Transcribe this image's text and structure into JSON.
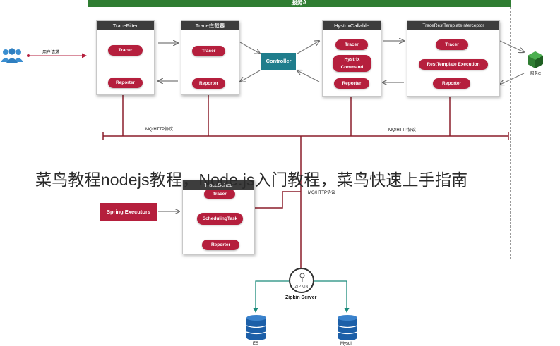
{
  "service_a": {
    "label": "服务A"
  },
  "user": {
    "request_label": "用户请求"
  },
  "trace_filter": {
    "title": "TraceFilter",
    "tracer": "Tracer",
    "reporter": "Reporter"
  },
  "trace_interceptor": {
    "title": "Trace拦截器",
    "tracer": "Tracer",
    "reporter": "Reporter"
  },
  "controller": {
    "label": "Controller"
  },
  "hystrix": {
    "title": "HystrixCallable",
    "tracer": "Tracer",
    "command_line1": "Hystrix",
    "command_line2": "Command",
    "reporter": "Reporter"
  },
  "rest_interceptor": {
    "title": "TraceRestTemplateInterceptor",
    "tracer": "Tracer",
    "execution": "RestTemplate  Execution",
    "reporter": "Reporter"
  },
  "service_c": {
    "label": "服务C"
  },
  "bus": {
    "left_label": "MQ/HTTP协议",
    "right_label": "MQ/HTTP协议",
    "lower_label": "MQ/HTTP协议"
  },
  "scheduler": {
    "title": "TraceSched",
    "tracer": "Tracer",
    "task": "SchedulingTask",
    "reporter": "Reporter"
  },
  "spring": {
    "label": "Spring Executors"
  },
  "zipkin": {
    "logo_text": "ZIPKIN",
    "label": "Zipkin Server"
  },
  "storage": {
    "es": "ES",
    "mysql": "Mysql"
  },
  "overlay": {
    "title": "菜鸟教程nodejs教程，Node.js入门教程，菜鸟快速上手指南"
  },
  "colors": {
    "accent_red": "#b51f3d",
    "header_dark": "#3d3d3d",
    "controller_teal": "#1f7d8c",
    "service_green": "#2f7d32",
    "users_blue": "#3b8ed0",
    "db_blue": "#1c5fa8",
    "link_red": "#8b1d2a",
    "link_teal": "#1a8a7a"
  }
}
